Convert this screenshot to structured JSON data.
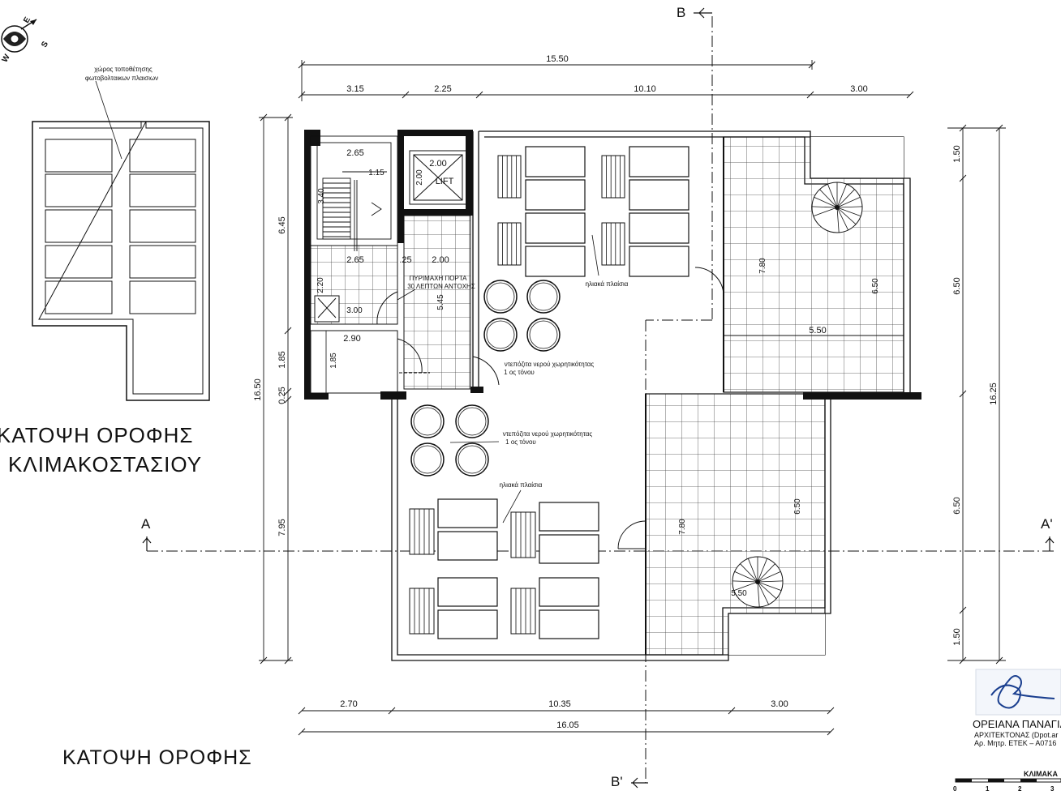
{
  "compass": {
    "letters": [
      "W",
      "E",
      "S"
    ]
  },
  "roof_stair_plan": {
    "title_line1": "ΚΑΤΟΨΗ   ΟΡΟΦΗΣ",
    "title_line2": "ΚΛΙΜΑΚΟΣΤΑΣΙΟΥ",
    "note_line1": "χώρος τοποθέτησης",
    "note_line2": "φωτοβολταικων πλαισιων"
  },
  "roof_plan_title": "ΚΑΤΟΨΗ   ΟΡΟΦΗΣ",
  "section_marks": {
    "b_top": "B",
    "b_bottom": "B'",
    "a_left": "A",
    "a_right": "A'"
  },
  "dimensions": {
    "top_total": "15.50",
    "top_parts": [
      "3.15",
      "2.25",
      "10.10",
      "3.00"
    ],
    "bottom_parts": [
      "2.70",
      "10.35",
      "3.00"
    ],
    "bottom_total": "16.05",
    "left_total": "16.50",
    "left_parts": [
      "6.45",
      "1.85",
      "0.25",
      "7.95"
    ],
    "right_total": "16.25",
    "right_parts": [
      "1.50",
      "6.50",
      "6.50",
      "1.50"
    ],
    "interior": {
      "stair_w": "2.65",
      "stair_small": "1.15",
      "stair_h": "3.40",
      "lift_w": "2.00",
      "lift_h": "2.00",
      "lobby_a": "2.65",
      "lobby_b": ".25",
      "lobby_c": "2.00",
      "lobby_h": "2.20",
      "lobby_d": "3.00",
      "corridor_h": "5.45",
      "room_w": "2.90",
      "room_h": "1.85",
      "terrace1_v": "7.80",
      "terrace1_v2": "6.50",
      "terrace1_h": "5.50",
      "terrace2_v": "7.80",
      "terrace2_v2": "6.50",
      "terrace2_h": "5.50"
    }
  },
  "labels": {
    "lift": "LIFT",
    "fire_door_1": "ΠΥΡΙΜΑΧΗ ΠΟΡΤΑ",
    "fire_door_2": "30 ΛΕΠΤΩΝ ΑΝΤΟΧΗΣ",
    "solar_panels_top": "ηλιακά πλαίσια",
    "solar_panels_bottom": "ηλιακά πλαίσια",
    "tanks_top_1": "ντεπόζιτα νερού χωρητικότητας",
    "tanks_top_2": "1 ος τόνου",
    "tanks_bottom_1": "ντεπόζιτα νερού χωρητικότητας",
    "tanks_bottom_2": "1 ος τόνου"
  },
  "signature": {
    "name": "ΟΡΕΙΑΝΑ ΠΑΝΑΓΙΔ",
    "title": "ΑΡΧΙΤΕΚΤΟΝΑΣ (Dpot.ar",
    "reg": "Αρ. Μητρ. ΕΤΕΚ – Α0716"
  },
  "scale_bar": {
    "label": "ΚΛΙΜΑΚΑ",
    "ticks": [
      "0",
      "1",
      "2",
      "3"
    ]
  },
  "colors": {
    "ink": "#111111",
    "hatch": "#333333",
    "paper": "#ffffff",
    "signature_ink": "#1a3f8f"
  }
}
